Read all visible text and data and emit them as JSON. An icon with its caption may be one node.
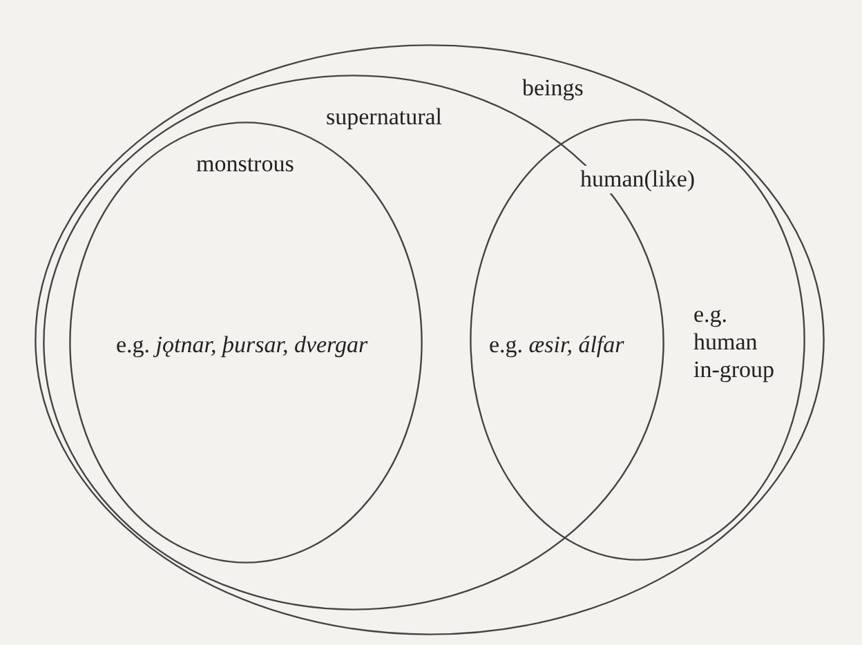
{
  "diagram": {
    "nodes": [
      {
        "text": [
          "beings"
        ]
      },
      {
        "text": [
          "supernatural"
        ],
        "in": 0
      },
      {
        "text": [
          "monstrous",
          "e.g. *jǫtnar, þursar, dvergar*"
        ],
        "in": 1
      },
      {
        "text": [
          "human(like)",
          "e.g. human in-group"
        ],
        "in": 0
      }
    ],
    "labels": [
      "e.g. *æsir, álfar*"
    ]
  }
}
